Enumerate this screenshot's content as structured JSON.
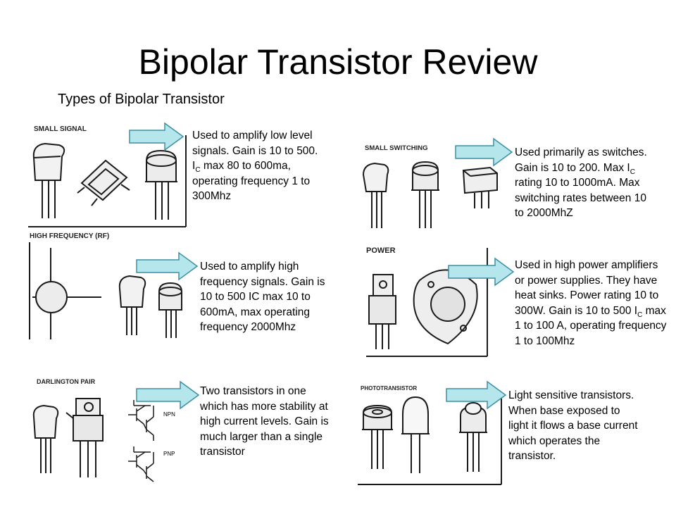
{
  "slide": {
    "title": "Bipolar Transistor Review",
    "subtitle": "Types of Bipolar Transistor"
  },
  "colors": {
    "arrow_fill": "#b4e6ec",
    "arrow_stroke": "#3c8fa4",
    "drawing_line": "#1a1a1a"
  },
  "panels": {
    "small_signal": {
      "label": "SMALL SIGNAL",
      "desc_pre": "Used to amplify low level signals. Gain is 10 to 500. I",
      "desc_sub": "C",
      "desc_post": " max 80 to 600ma, operating frequency 1 to 300Mhz"
    },
    "high_frequency": {
      "label": "HIGH FREQUENCY (RF)",
      "desc": "Used to amplify high frequency signals. Gain is 10 to 500 IC max 10 to 600mA, max operating frequency 2000Mhz"
    },
    "darlington": {
      "label": "DARLINGTON PAIR",
      "npn_label": "NPN",
      "pnp_label": "PNP",
      "desc": "Two transistors in one which has more stability at high current levels. Gain is much larger than a single transistor"
    },
    "small_switching": {
      "label": "SMALL SWITCHING",
      "desc_pre": "Used primarily as switches. Gain is 10 to 200. Max I",
      "desc_sub": "C",
      "desc_post": " rating 10 to 1000mA. Max switching rates between 10 to 2000MhZ"
    },
    "power": {
      "label": "POWER",
      "desc_pre": "Used in high power amplifiers or power supplies. They have heat sinks. Power rating 10 to 300W. Gain is 10 to 500 I",
      "desc_sub": "C",
      "desc_post": " max 1 to 100 A, operating frequency 1 to 100Mhz"
    },
    "phototransistor": {
      "label": "PHOTOTRANSISTOR",
      "desc": "Light sensitive transistors. When base exposed to light it flows a base current which operates the transistor."
    }
  }
}
